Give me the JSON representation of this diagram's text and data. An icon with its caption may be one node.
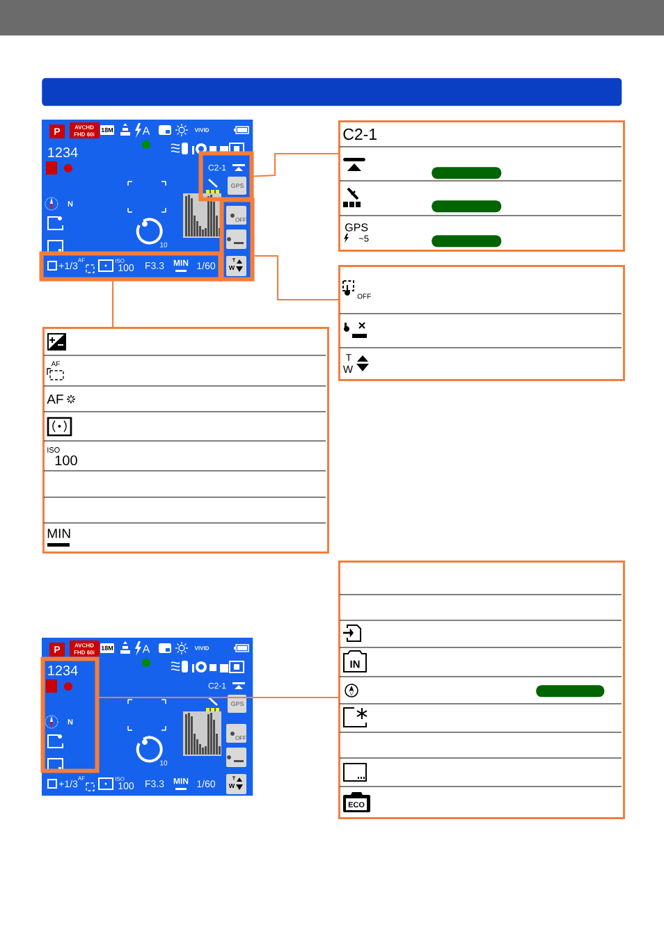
{
  "diagram": {
    "nodes": [
      {
        "text": [
          "P",
          "AVCHD",
          "FHD 60i",
          "18M",
          "A",
          "VIVID",
          "1234",
          "N",
          "10"
        ]
      },
      {
        "text": [
          "C2-1",
          "GPS"
        ],
        "in": 0
      },
      {
        "text": [
          "OFF",
          "T",
          "W"
        ],
        "in": 0
      },
      {
        "text": [
          "+1/3",
          "AF",
          "ISO",
          "100",
          "F3.3",
          "MIN",
          "1/60"
        ],
        "in": 0
      },
      {
        "text": [
          "C2-1",
          "GPS",
          "~5"
        ]
      },
      {
        "text": [
          "OFF",
          "T",
          "W"
        ]
      },
      {
        "text": [
          "AF",
          "AF",
          "ISO",
          "100",
          "MIN"
        ]
      },
      {
        "text": [
          "P",
          "AVCHD",
          "FHD 60i",
          "18M",
          "A",
          "VIVID",
          "C2-1",
          "GPS",
          "OFF",
          "T",
          "W",
          "10",
          "+1/3",
          "AF",
          "ISO",
          "100",
          "F3.3",
          "MIN",
          "1/60"
        ]
      },
      {
        "text": [
          "1234",
          "N"
        ],
        "in": 7
      },
      {
        "text": [
          "IN",
          "ECO"
        ]
      },
      {
        "text": [],
        "shape": "bar"
      },
      {
        "text": [],
        "shape": "bar",
        "in": 4
      },
      {
        "text": [],
        "shape": "bar",
        "in": 4
      },
      {
        "text": [],
        "shape": "bar",
        "in": 4
      },
      {
        "text": [],
        "shape": "bar",
        "in": 9
      }
    ],
    "edges": [
      {
        "from": 1,
        "to": 4,
        "arrow": "none"
      },
      {
        "from": 2,
        "to": 5,
        "arrow": "none"
      },
      {
        "from": 3,
        "to": 6,
        "arrow": "none"
      },
      {
        "from": 8,
        "to": 9,
        "arrow": "none"
      }
    ]
  }
}
